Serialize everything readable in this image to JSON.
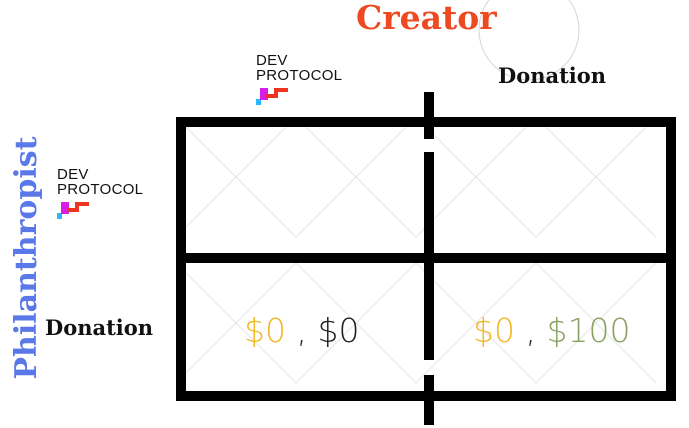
{
  "colors": {
    "creator": "#ee4a22",
    "philanthropist": "#5a78e8",
    "philanthropist_payoff": "#f2b824",
    "creator_payoff_zero": "#222222",
    "creator_payoff_positive": "#8aa060",
    "grid": "#000000"
  },
  "creator": {
    "title": "Creator",
    "donation_label": "Donation",
    "logo": {
      "line1": "DEV",
      "line2": "PROTOCOL",
      "icon": "dev-protocol-logo-icon"
    }
  },
  "philanthropist": {
    "title": "Philanthropist",
    "donation_label": "Donation",
    "logo": {
      "line1": "DEV",
      "line2": "PROTOCOL",
      "icon": "dev-protocol-logo-icon"
    }
  },
  "payoff_matrix": {
    "cells": [
      {
        "row": "Dev Protocol",
        "col": "Dev Protocol",
        "philanthropist": "",
        "separator": "",
        "creator": ""
      },
      {
        "row": "Dev Protocol",
        "col": "Donation",
        "philanthropist": "",
        "separator": "",
        "creator": ""
      },
      {
        "row": "Donation",
        "col": "Dev Protocol",
        "philanthropist": "$0",
        "separator": ",",
        "creator": "$0"
      },
      {
        "row": "Donation",
        "col": "Donation",
        "philanthropist": "$0",
        "separator": ",",
        "creator": "$100"
      }
    ]
  }
}
